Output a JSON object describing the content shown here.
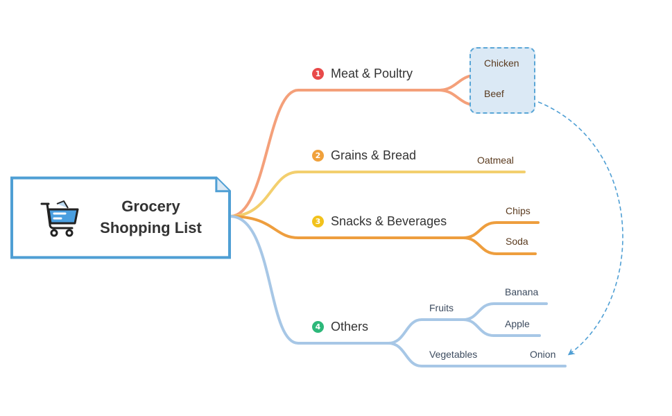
{
  "root": {
    "title_line1": "Grocery",
    "title_line2": "Shopping List",
    "icon": "shopping-cart-icon"
  },
  "branches": [
    {
      "number": "1",
      "label": "Meat & Poultry",
      "color": "#f4a07a",
      "badge_color": "#e84a4a",
      "leaves": [
        "Chicken",
        "Beef"
      ]
    },
    {
      "number": "2",
      "label": "Grains & Bread",
      "color": "#f3cf6e",
      "badge_color": "#f0a13c",
      "leaves": [
        "Oatmeal"
      ]
    },
    {
      "number": "3",
      "label": "Snacks & Beverages",
      "color": "#ee9e3e",
      "badge_color": "#f2c21c",
      "leaves": [
        "Chips",
        "Soda"
      ]
    },
    {
      "number": "4",
      "label": "Others",
      "color": "#a7c7e6",
      "badge_color": "#2db87a",
      "subgroups": [
        {
          "label": "Fruits",
          "leaves": [
            "Banana",
            "Apple"
          ]
        },
        {
          "label": "Vegetables",
          "leaves": [
            "Onion"
          ]
        }
      ]
    }
  ],
  "relationship": {
    "from": "Chicken, Beef",
    "to": "Onion",
    "color": "#4f9fd4"
  }
}
